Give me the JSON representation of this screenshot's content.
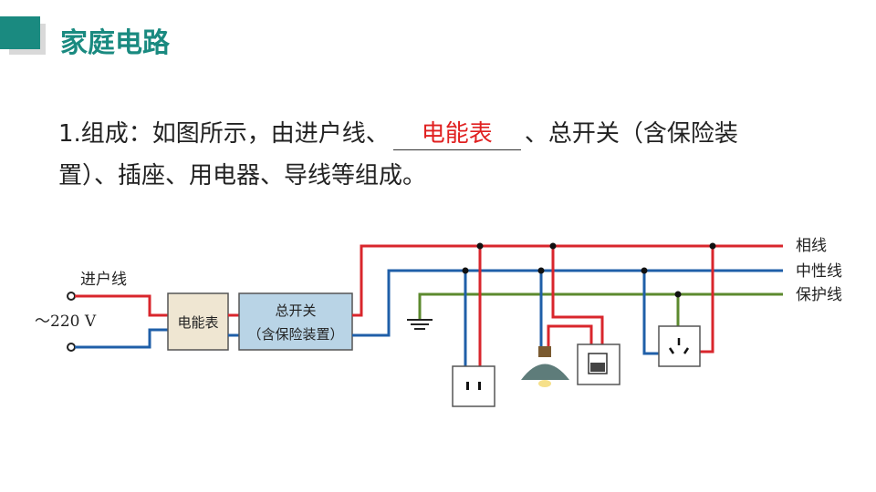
{
  "header": {
    "title": "家庭电路"
  },
  "content": {
    "line1_before": "1.组成：如图所示，由进户线、",
    "blank_answer": "电能表",
    "line1_after": "、总开关（含保险装",
    "line2": "置）、插座、用电器、导线等组成。"
  },
  "diagram": {
    "incoming_label": "进户线",
    "voltage_label": "～220 V",
    "meter_label": "电能表",
    "switch_label_1": "总开关",
    "switch_label_2": "（含保险装置）",
    "live_label": "相线",
    "neutral_label": "中性线",
    "earth_label": "保护线"
  },
  "colors": {
    "accent": "#1a8a80",
    "live": "#d9262c",
    "neutral": "#1f5fa8",
    "earth": "#5c8a2e",
    "answer": "#e02020"
  }
}
